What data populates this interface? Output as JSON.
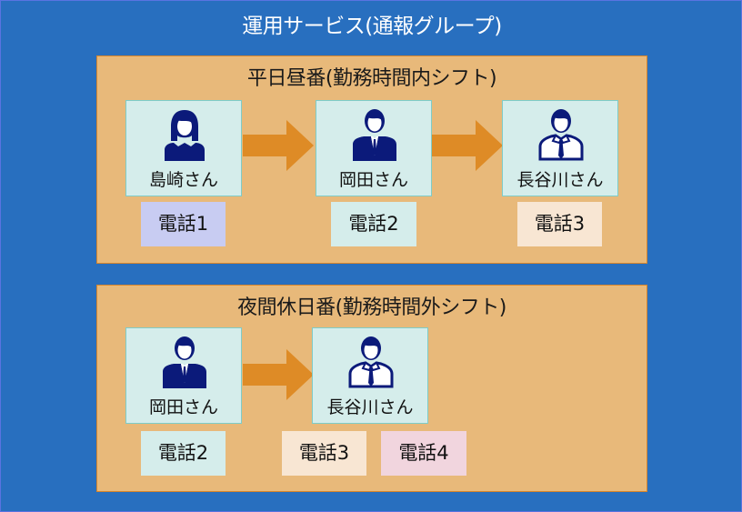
{
  "title": "運用サービス(通報グループ)",
  "colors": {
    "background": "#286FBF",
    "group_fill": "#E8B97A",
    "person_fill": "#D5EDEB",
    "arrow": "#DE8B26",
    "icon": "#0B1A7A",
    "phone1": "#C8CCF2",
    "phone2": "#D5EDEB",
    "phone3": "#F8E6D3",
    "phone4": "#F1D5DE"
  },
  "groups": [
    {
      "title": "平日昼番(勤務時間内シフト)",
      "people": [
        {
          "name": "島崎さん",
          "icon": "woman-icon"
        },
        {
          "name": "岡田さん",
          "icon": "man-suit-icon"
        },
        {
          "name": "長谷川さん",
          "icon": "man-shirt-icon"
        }
      ],
      "phones": [
        "電話1",
        "電話2",
        "電話3"
      ]
    },
    {
      "title": "夜間休日番(勤務時間外シフト)",
      "people": [
        {
          "name": "岡田さん",
          "icon": "man-suit-icon"
        },
        {
          "name": "長谷川さん",
          "icon": "man-shirt-icon"
        }
      ],
      "phones": [
        "電話2",
        "電話3",
        "電話4"
      ]
    }
  ]
}
